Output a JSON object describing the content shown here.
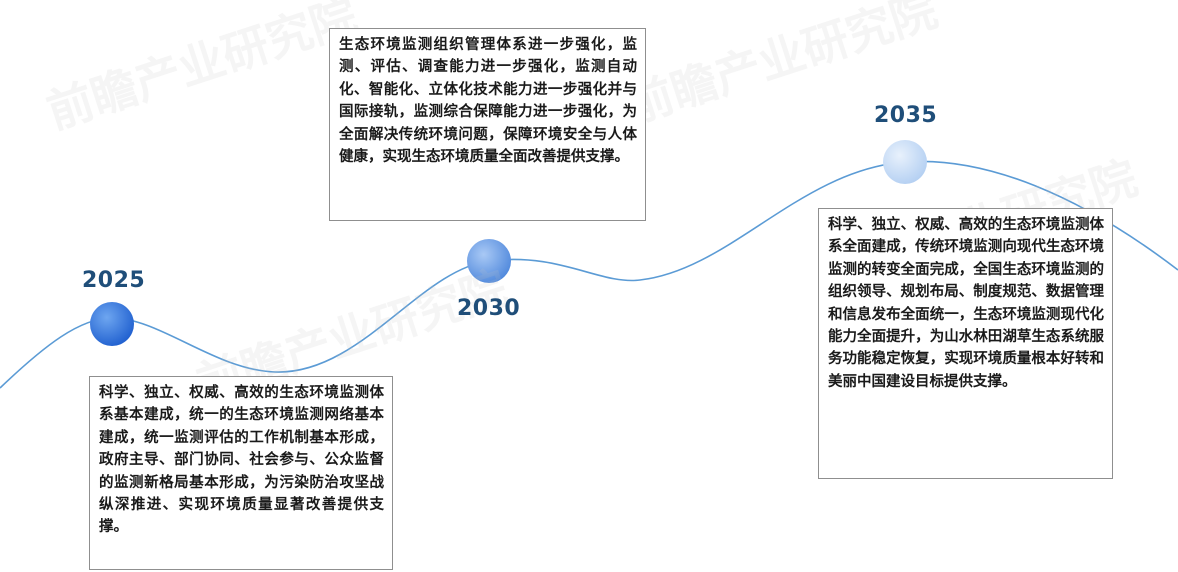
{
  "milestones": [
    {
      "year": "2025",
      "text": "科学、独立、权威、高效的生态环境监测体系基本建成，统一的生态环境监测网络基本建成，统一监测评估的工作机制基本形成，政府主导、部门协同、社会参与、公众监督的监测新格局基本形成，为污染防治攻坚战纵深推进、实现环境质量显著改善提供支撑。"
    },
    {
      "year": "2030",
      "text": "生态环境监测组织管理体系进一步强化，监测、评估、调查能力进一步强化，监测自动化、智能化、立体化技术能力进一步强化并与国际接轨，监测综合保障能力进一步强化，为全面解决传统环境问题，保障环境安全与人体健康，实现生态环境质量全面改善提供支撑。"
    },
    {
      "year": "2035",
      "text": "科学、独立、权威、高效的生态环境监测体系全面建成，传统环境监测向现代生态环境监测的转变全面完成，全国生态环境监测的组织领导、规划布局、制度规范、数据管理和信息发布全面统一，生态环境监测现代化能力全面提升，为山水林田湖草生态系统服务功能稳定恢复，实现环境质量根本好转和美丽中国建设目标提供支撑。"
    }
  ],
  "watermark": {
    "text": "前瞻产业研究院"
  },
  "colors": {
    "curve": "#5b9bd5",
    "dot_2025": "#2e6fd6",
    "dot_2030": "#5b93e0",
    "dot_2035": "#bcd6f4",
    "year_text": "#1f4e79"
  }
}
